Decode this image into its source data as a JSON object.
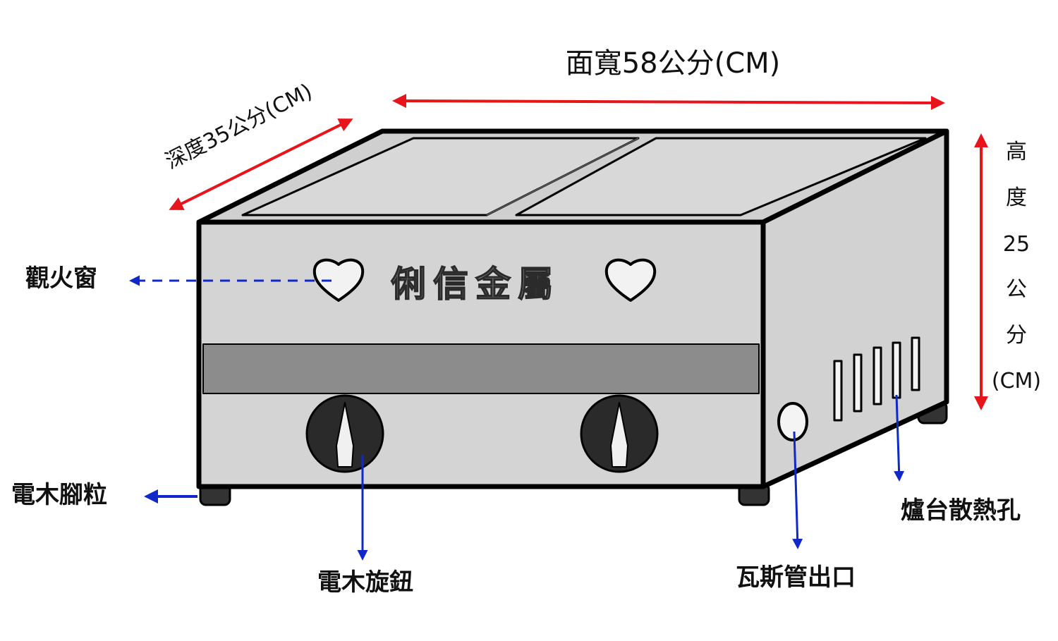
{
  "dimensions": {
    "width_label": "面寬58公分(CM)",
    "depth_label": "深度35公分(CM)",
    "height_label_lines": [
      "高",
      "度",
      "25",
      "公",
      "分",
      "(CM)"
    ]
  },
  "brand": "俐信金屬",
  "callouts": {
    "viewing_window": "觀火窗",
    "feet": "電木腳粒",
    "knob": "電木旋鈕",
    "gas_outlet": "瓦斯管出口",
    "vents": "爐台散熱孔"
  },
  "colors": {
    "dimension_arrow": "#e8141b",
    "callout_arrow": "#1028c8",
    "body": "#d4d4d4",
    "band": "#8c8c8c",
    "outline": "#000000"
  }
}
